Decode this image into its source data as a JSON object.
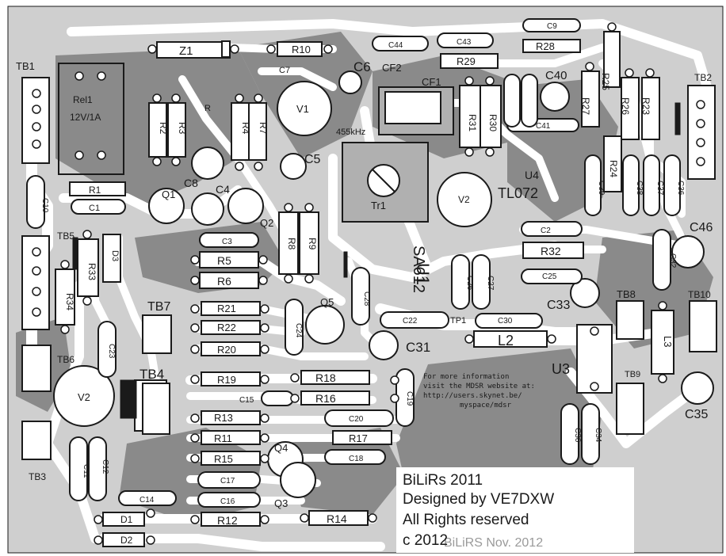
{
  "colors": {
    "board": "#cfcfcf",
    "ground_plane": "#8a8a8a",
    "trace": "#ffffff",
    "silkscreen": "#1a1a1a",
    "component_body": "#ffffff",
    "pad_hole": "#111111"
  },
  "designators": {
    "z1": "Z1",
    "r10": "R10",
    "c7": "C7",
    "c6": "C6",
    "cf2": "CF2",
    "cf1": "CF1",
    "c44": "C44",
    "c43": "C43",
    "r29": "R29",
    "r28": "R28",
    "c9": "C9",
    "r25": "R25",
    "c40": "C40",
    "r27": "R27",
    "r26": "R26",
    "r23": "R23",
    "tb2": "TB2",
    "tb1": "TB1",
    "rel1": "Rel1",
    "rel1_rating": "12V/1A",
    "r2": "R2",
    "r3": "R3",
    "r_small": "R",
    "r4": "R4",
    "r7": "R7",
    "v1": "V1",
    "freq": "455kHz",
    "r31": "R31",
    "r30": "R30",
    "c41": "C41",
    "c5": "C5",
    "c8": "C8",
    "c4": "C4",
    "c10": "C10",
    "r1": "R1",
    "c1": "C1",
    "q1": "Q1",
    "q2": "Q2",
    "r8": "R8",
    "r9": "R9",
    "tr1": "Tr1",
    "v2_reg": "V2",
    "u4": "U4",
    "tl072": "TL072",
    "c39": "C39",
    "c38": "C38",
    "c37": "C37",
    "c36": "C36",
    "r24": "R24",
    "tb5": "TB5",
    "r33": "R33",
    "d3": "D3",
    "r34": "R34",
    "c3": "C3",
    "r5": "R5",
    "r6": "R6",
    "sa612": "SA612",
    "u1": "U1",
    "c2": "C2",
    "r32": "R32",
    "c26": "C26",
    "c27": "C27",
    "c25": "C25",
    "c46": "C46",
    "c32": "C32",
    "c33": "C33",
    "tb7": "TB7",
    "r21": "R21",
    "r22": "R22",
    "r20": "R20",
    "q5": "Q5",
    "c24": "C24",
    "c28": "C28",
    "c22": "C22",
    "tp1": "TP1",
    "c30": "C30",
    "l2": "L2",
    "tb8": "TB8",
    "tb10": "TB10",
    "l3": "L3",
    "tb6": "TB6",
    "c31": "C31",
    "c23": "C23",
    "tb4": "TB4",
    "r19": "R19",
    "r18": "R18",
    "c15": "C15",
    "r16": "R16",
    "c19": "C19",
    "u3": "U3",
    "tb9": "TB9",
    "v2": "V2",
    "c35": "C35",
    "r13": "R13",
    "c20": "C20",
    "r11": "R11",
    "r17": "R17",
    "r15": "R15",
    "c18": "C18",
    "q4": "Q4",
    "tb3": "TB3",
    "c11": "C11",
    "c12": "C12",
    "c17": "C17",
    "c14": "C14",
    "c16": "C16",
    "q3": "Q3",
    "d1": "D1",
    "r12": "R12",
    "r14": "R14",
    "d2": "D2",
    "c34": "C34",
    "c36b": "C36"
  },
  "info_note": {
    "line1": "For more information",
    "line2": "visit the MDSR website at:",
    "line3": "http://users.skynet.be/",
    "line4": "myspace/mdsr"
  },
  "credits": {
    "line1": "BiLiRs 2011",
    "line2": "Designed by VE7DXW",
    "line3": "All Rights reserved",
    "line4": "c 2012",
    "mirror": "BiLiRS Nov. 2012"
  }
}
